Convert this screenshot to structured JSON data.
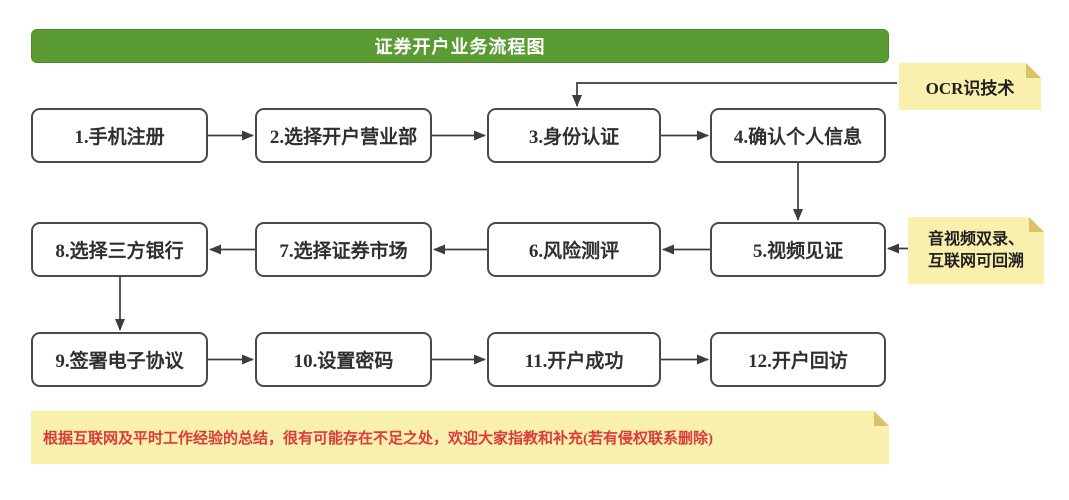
{
  "title": "证券开户业务流程图",
  "steps": [
    {
      "id": 1,
      "label": "1.手机注册"
    },
    {
      "id": 2,
      "label": "2.选择开户营业部"
    },
    {
      "id": 3,
      "label": "3.身份认证"
    },
    {
      "id": 4,
      "label": "4.确认个人信息"
    },
    {
      "id": 5,
      "label": "5.视频见证"
    },
    {
      "id": 6,
      "label": "6.风险测评"
    },
    {
      "id": 7,
      "label": "7.选择证券市场"
    },
    {
      "id": 8,
      "label": "8.选择三方银行"
    },
    {
      "id": 9,
      "label": "9.签署电子协议"
    },
    {
      "id": 10,
      "label": "10.设置密码"
    },
    {
      "id": 11,
      "label": "11.开户成功"
    },
    {
      "id": 12,
      "label": "12.开户回访"
    }
  ],
  "annotations": {
    "ocr_note": "OCR识技术",
    "video_note_line1": "音视频双录、",
    "video_note_line2": "互联网可回溯",
    "disclaimer": "根据互联网及平时工作经验的总结，很有可能存在不足之处，欢迎大家指教和补充(若有侵权联系删除)"
  },
  "colors": {
    "banner_green": "#5b9b33",
    "note_yellow": "#faf0ad",
    "note_fold": "#d9c26a",
    "box_border": "#4a4a4a",
    "arrow": "#3d3d3d",
    "disclaimer_red": "#da3b3b",
    "background": "#ffffff"
  }
}
